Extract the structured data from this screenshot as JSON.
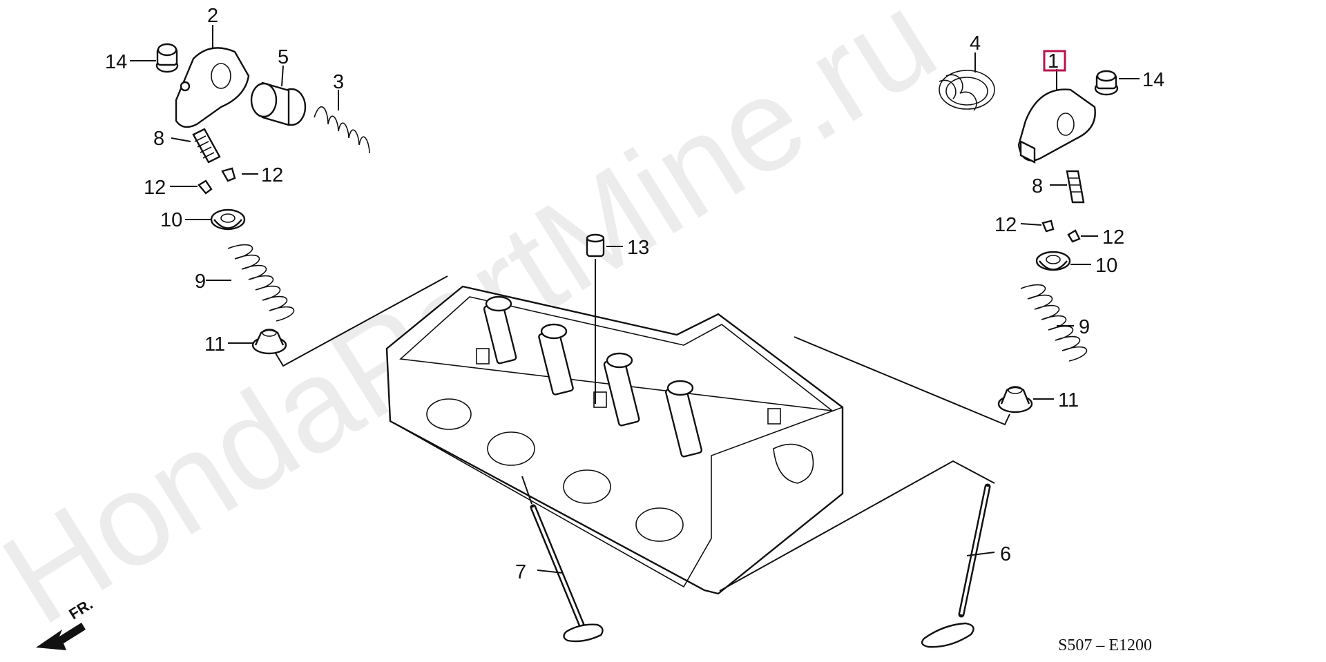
{
  "watermark": "HondaPartMine.ru",
  "diagram_code": "S507 – E1200",
  "direction_label": "FR.",
  "callouts": {
    "c1": "1",
    "c2": "2",
    "c3": "3",
    "c4": "4",
    "c5": "5",
    "c6": "6",
    "c7": "7",
    "c8l": "8",
    "c8r": "8",
    "c9l": "9",
    "c9r": "9",
    "c10l": "10",
    "c10r": "10",
    "c11l": "11",
    "c11r": "11",
    "c12a": "12",
    "c12b": "12",
    "c12c": "12",
    "c12d": "12",
    "c13": "13",
    "c14l": "14",
    "c14r": "14"
  },
  "colors": {
    "highlight": "#b5144a",
    "ink": "#111111",
    "watermark": "#ededed"
  }
}
